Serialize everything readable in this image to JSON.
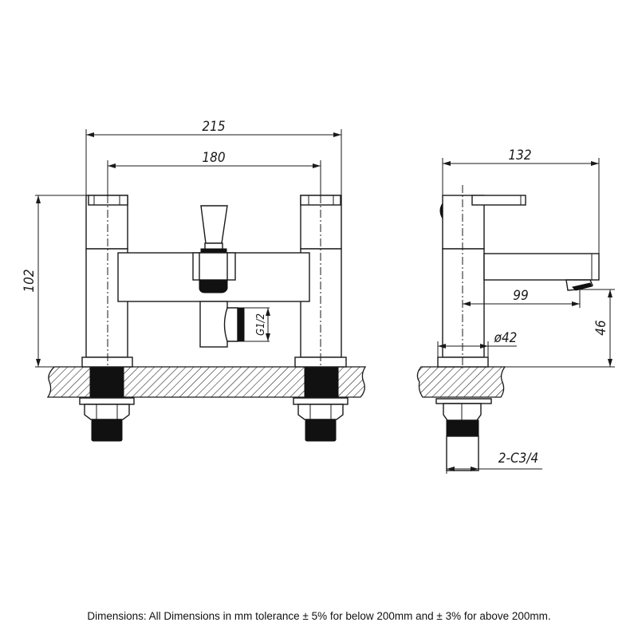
{
  "front_view": {
    "overall_width": "215",
    "centres": "180",
    "height": "102",
    "outlet_thread": "G1/2"
  },
  "side_view": {
    "depth": "132",
    "spout_reach": "99",
    "spout_height": "46",
    "base_diameter": "ø42",
    "inlet_thread": "2-C3/4"
  },
  "footer": {
    "note": "Dimensions: All Dimensions in mm tolerance ± 5% for below 200mm and ± 3% for above 200mm."
  }
}
